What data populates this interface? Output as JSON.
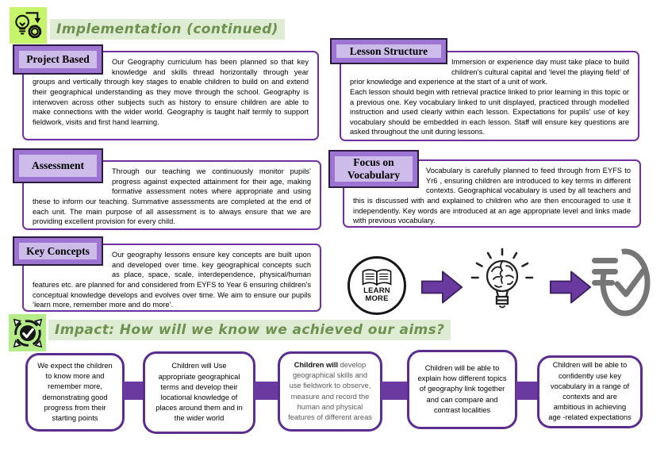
{
  "header": {
    "title": "Implementation (continued)"
  },
  "sections": {
    "project_based": {
      "label": "Project Based",
      "text": "Our Geography curriculum has been planned so that key knowledge and skills thread horizontally through year groups and vertically through key stages to enable children to build on and extend their geographical understanding as they move through the school.  Geography is interwoven across other subjects such as history to ensure children are able to make connections with the wider world.  Geography is taught half termly to support fieldwork, visits and first hand learning."
    },
    "assessment": {
      "label": "Assessment",
      "text": "Through our teaching we continuously monitor pupils’ progress against expected attainment for their age, making formative assessment notes where appropriate and using these to inform our teaching. Summative assessments are completed at the end of each unit. The main purpose of all assessment is to always ensure that we are providing excellent provision for every child."
    },
    "key_concepts": {
      "label": "Key Concepts",
      "text": "Our geography lessons ensure key concepts are built upon and developed over time. key geographical concepts such as place, space, scale, interdependence, physical/human features etc. are planned for and considered from EYFS to Year 6 ensuring children’s conceptual knowledge develops and evolves over time. We aim to ensure our pupils ‘learn more, remember more and do more’."
    },
    "lesson_structure": {
      "label": "Lesson Structure",
      "text_1": "Immersion or experience day must take place to build children’s cultural capital and ‘level the playing field’ of prior knowledge and experience at the start of a unit of work.",
      "text_2": "Each lesson should begin with retrieval practice linked to prior learning in this topic or a previous one. Key vocabulary linked to unit displayed, practiced through modelled instruction and used clearly within each lesson. Expectations for pupils’ use of key vocabulary should be embedded in each lesson. Staff will ensure key questions are asked throughout the unit during lessons."
    },
    "focus_vocabulary": {
      "label": "Focus on Vocabulary",
      "text": "Vocabulary is carefully planned to feed through from EYFS to Yr6 , ensuring children are introduced to key terms in different contexts.  Geographical vocabulary is used by all teachers and this is discussed with and explained to children who are then encouraged to use it independently. Key words are introduced at an age appropriate level and links made with previous vocabulary."
    }
  },
  "icon_strip": {
    "learn_more_line1": "LEARN",
    "learn_more_line2": "MORE",
    "icons": [
      "open-book-learn-more-icon",
      "right-block-arrow-icon",
      "brain-lightbulb-icon",
      "right-block-arrow-icon",
      "checklist-oval-icon"
    ]
  },
  "impact": {
    "title": "Impact: How will we know we achieved our aims?",
    "boxes": [
      {
        "text": "We expect the children to know more and remember more, demonstrating good progress from their starting points"
      },
      {
        "text": "Children will Use appropriate geographical terms and develop their locational knowledge of places around them and in the wider world"
      },
      {
        "prefix": "Children will",
        "rest": "develop geographical skills and use fieldwork to observe, measure and record the human and physical features of different areas"
      },
      {
        "text": "Children will be able to explain how different topics of geography link together and can compare and contrast localities"
      },
      {
        "text": "Children will be able to confidently use key vocabulary in a range of contexts and are ambitious in achieving age -related expectations"
      }
    ]
  },
  "colors": {
    "panel_border_purple": "#7030a0",
    "flow_border_purple": "#5b2d8e",
    "connector_purple": "#6b3aa0",
    "label_fill_purple": "#9e74d2",
    "heading_green_text": "#6f9150",
    "heading_green_highlight": "#ddecd2",
    "icon_green_bg": "#c6f46a",
    "impact_icon_green_bg": "#b5ec8a",
    "checklist_gray": "#767676",
    "muted_text_gray": "#595959"
  }
}
